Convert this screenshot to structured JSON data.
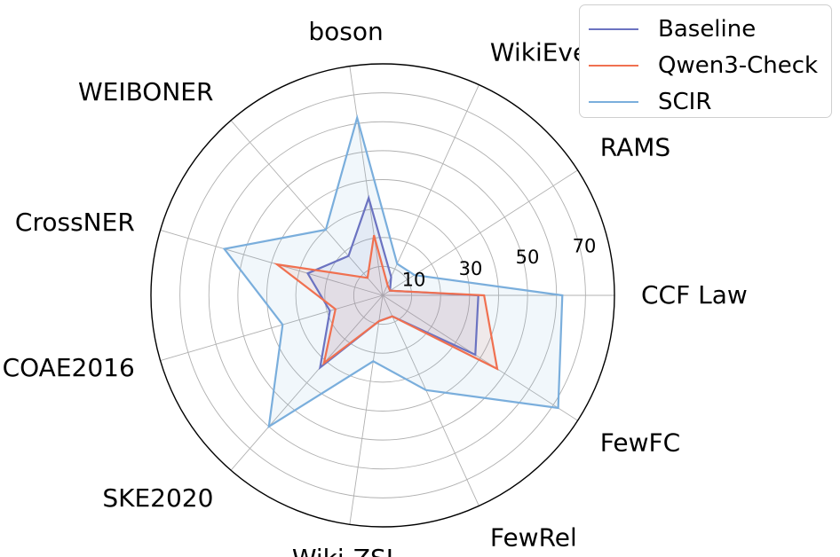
{
  "chart_data": {
    "type": "radar",
    "categories": [
      "CCF Law",
      "RAMS",
      "WikiEvents",
      "boson",
      "WEIBONER",
      "CrossNER",
      "COAE2016",
      "SKE2020",
      "Wiki-ZSL",
      "FewRel",
      "FewFC"
    ],
    "rlim": [
      0,
      80
    ],
    "rticks": [
      10,
      30,
      50,
      70
    ],
    "grid": true,
    "legend_position": "top-right",
    "series": [
      {
        "name": "Baseline",
        "color": "#6b73c1",
        "fill": "#6b73c1",
        "values": [
          33,
          3,
          7,
          34,
          18,
          27,
          19,
          33,
          9,
          8,
          38
        ]
      },
      {
        "name": "Qwen3-Check",
        "color": "#f07050",
        "fill": "#f07050",
        "values": [
          35,
          3,
          4,
          21,
          8,
          38,
          17,
          31,
          9,
          8,
          47
        ]
      },
      {
        "name": "SCIR",
        "color": "#7aaedc",
        "fill": "#7aaedc",
        "values": [
          62,
          13,
          12,
          62,
          30,
          57,
          36,
          60,
          23,
          36,
          72
        ]
      }
    ]
  }
}
